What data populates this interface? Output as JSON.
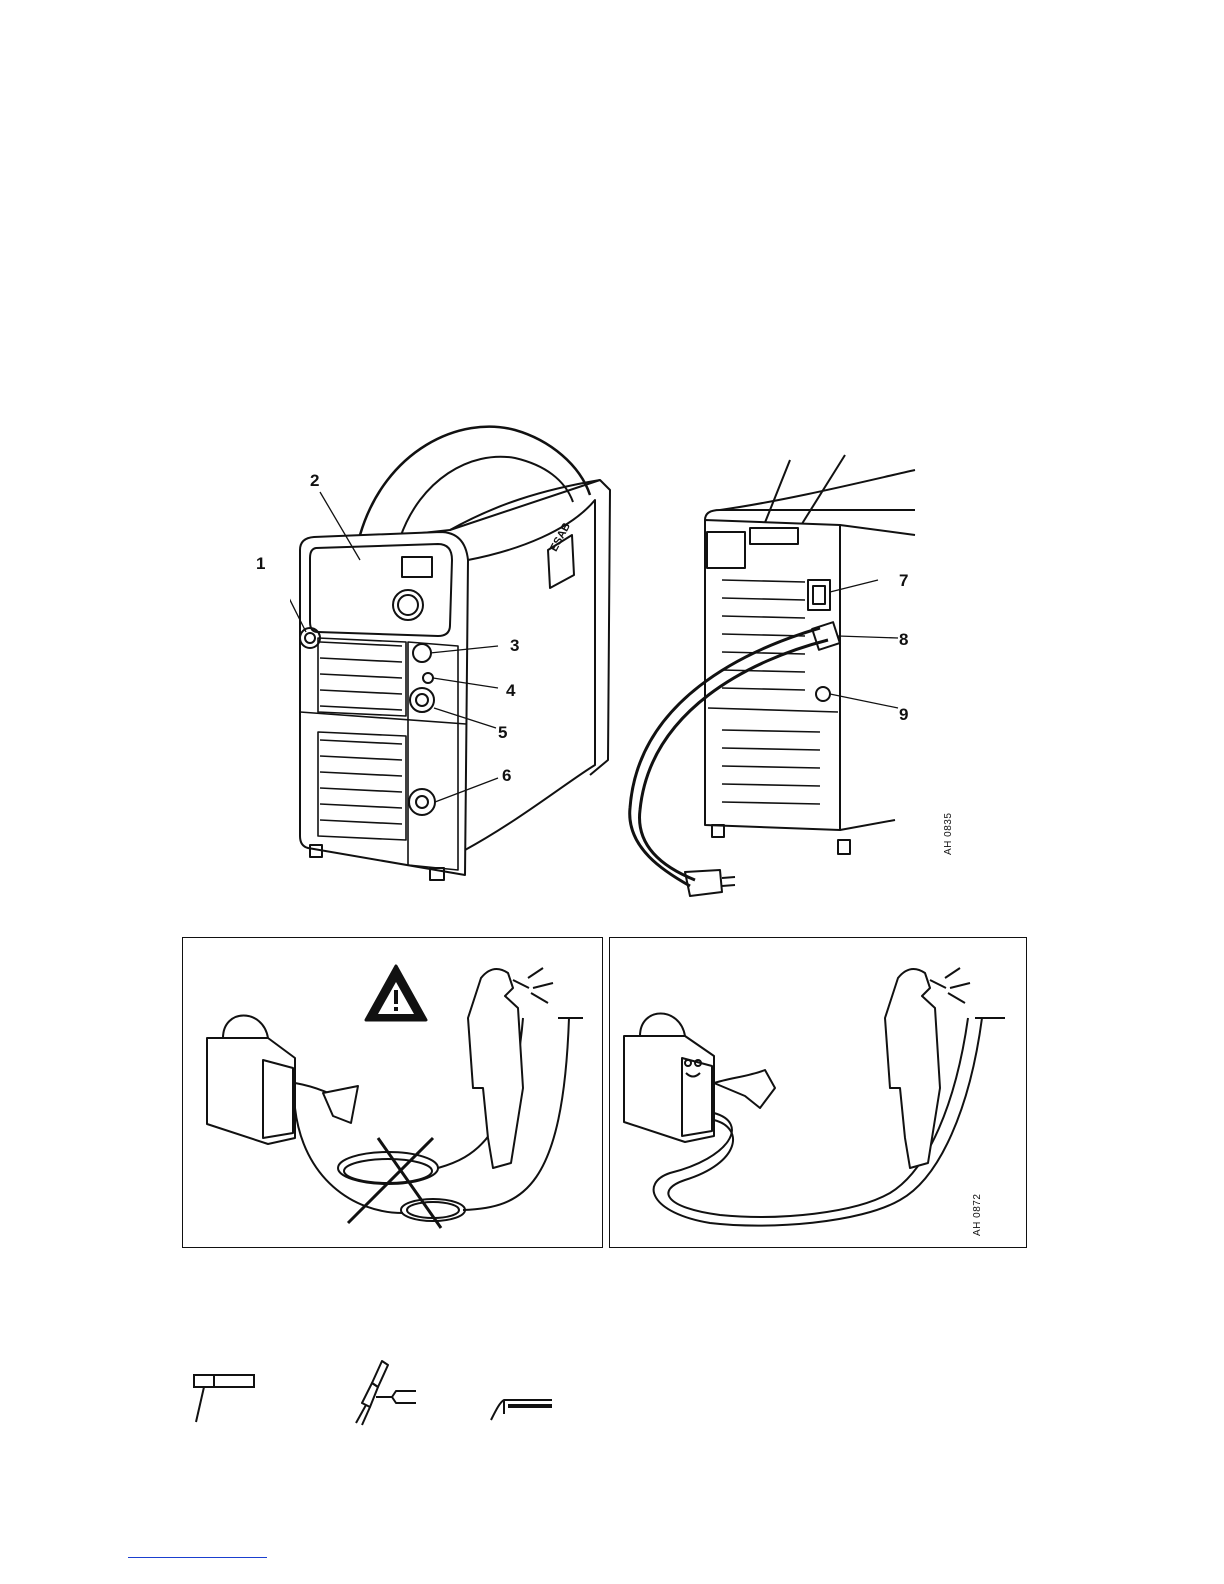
{
  "figure_main": {
    "brand": "ESAB",
    "callouts": [
      "1",
      "2",
      "3",
      "4",
      "5",
      "6",
      "7",
      "8",
      "9"
    ],
    "code": "AH 0835"
  },
  "figure_cables": {
    "code": "AH 0872"
  },
  "symbols": [
    "fillet-weld-symbol",
    "tig-torch-symbol",
    "electrode-symbol"
  ],
  "colors": {
    "line": "#111111",
    "footer_link": "#1a3fcf"
  }
}
